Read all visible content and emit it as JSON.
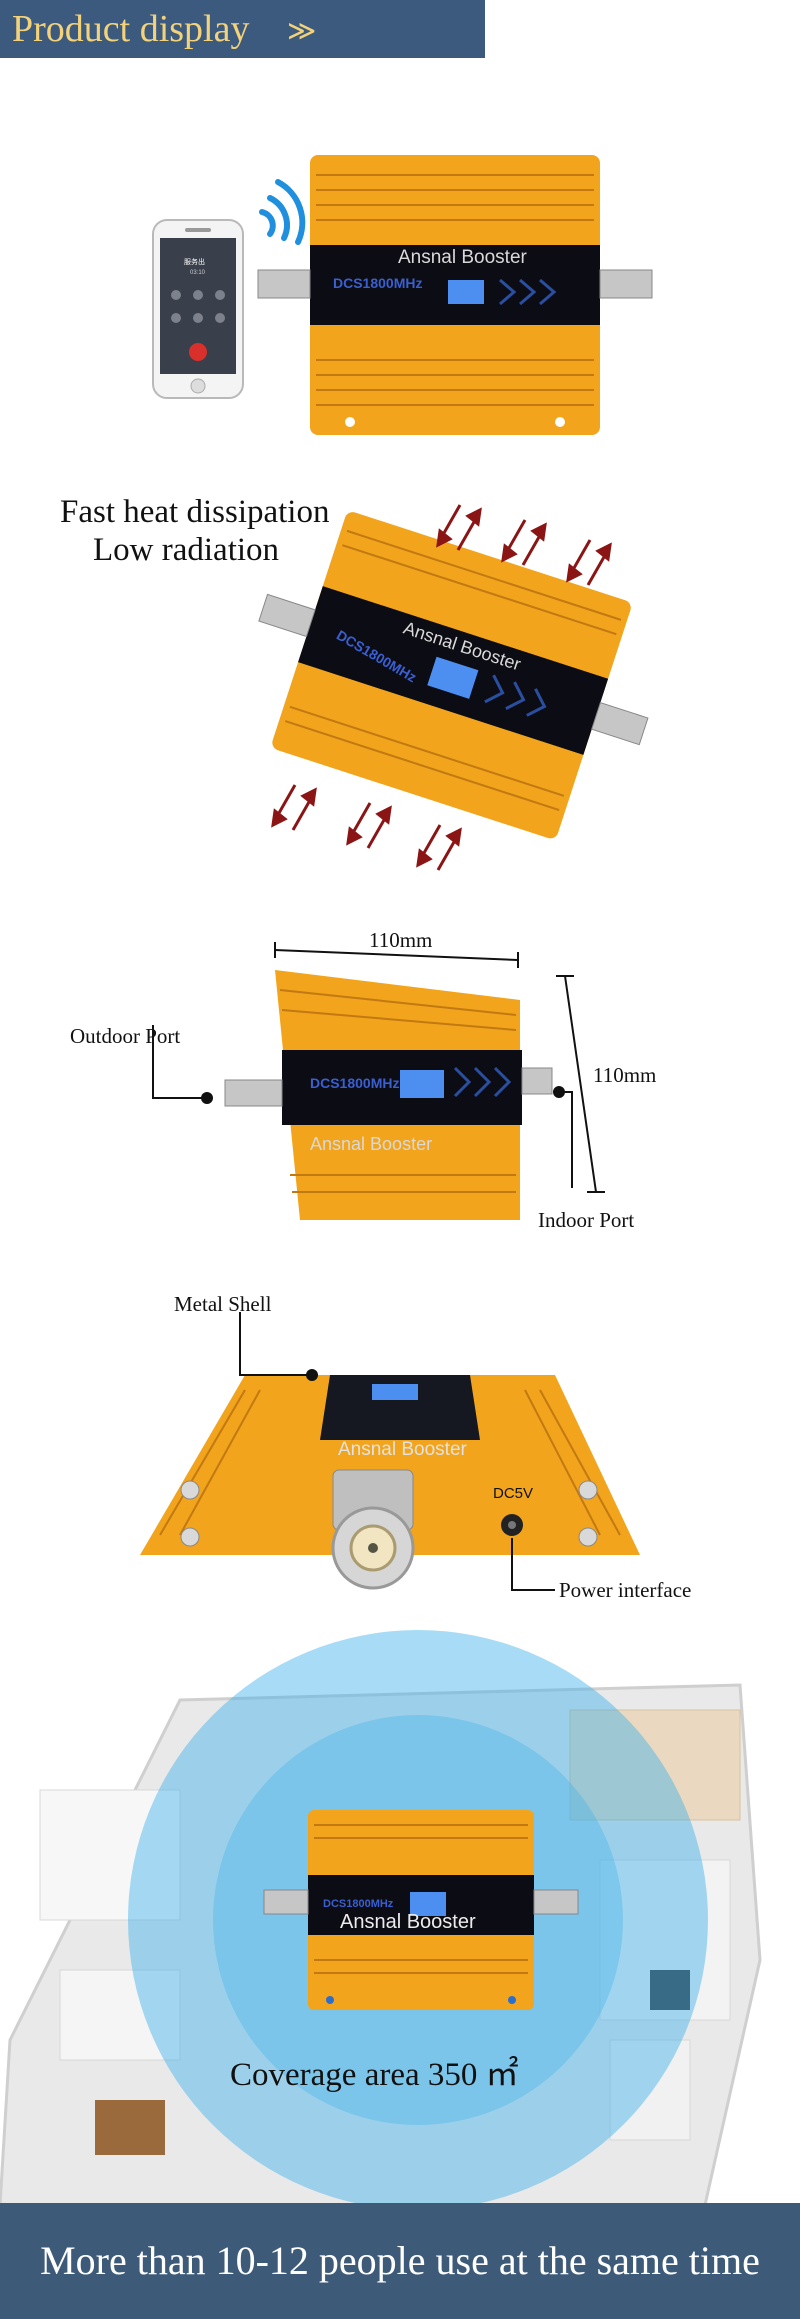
{
  "header": {
    "title": "Product display",
    "chevron": "≫"
  },
  "section1": {
    "device_brand": "Ansnal Booster",
    "device_model": "DCS1800MHz",
    "phone_caller": "服务出",
    "phone_time": "03:10"
  },
  "section2": {
    "line1": "Fast heat dissipation",
    "line2": "Low radiation",
    "device_brand": "Ansnal Booster",
    "device_model": "DCS1800MHz"
  },
  "section3": {
    "width_label": "110mm",
    "height_label": "110mm",
    "outdoor_port": "Outdoor Port",
    "indoor_port": "Indoor Port",
    "device_brand": "Ansnal Booster",
    "device_model": "DCS1800MHz"
  },
  "section4": {
    "metal_shell": "Metal Shell",
    "power_interface": "Power interface",
    "device_brand": "Ansnal Booster",
    "dc_label": "DC5V"
  },
  "section5": {
    "coverage": "Coverage area 350 ㎡",
    "device_brand": "Ansnal Booster",
    "device_model": "DCS1800MHz"
  },
  "footer": {
    "text": "More than 10-12 people use at the same time"
  },
  "colors": {
    "banner_bg": "#3c5a7e",
    "banner_text": "#f3d27a",
    "device_gold": "#f2a41c",
    "coverage_blue": "#3fb1ea",
    "arrow_red": "#8b1414"
  },
  "icons": [
    "wifi-signal-icon",
    "phone-icon",
    "heat-arrow-icon",
    "dimension-line-icon",
    "pointer-dot-icon"
  ]
}
